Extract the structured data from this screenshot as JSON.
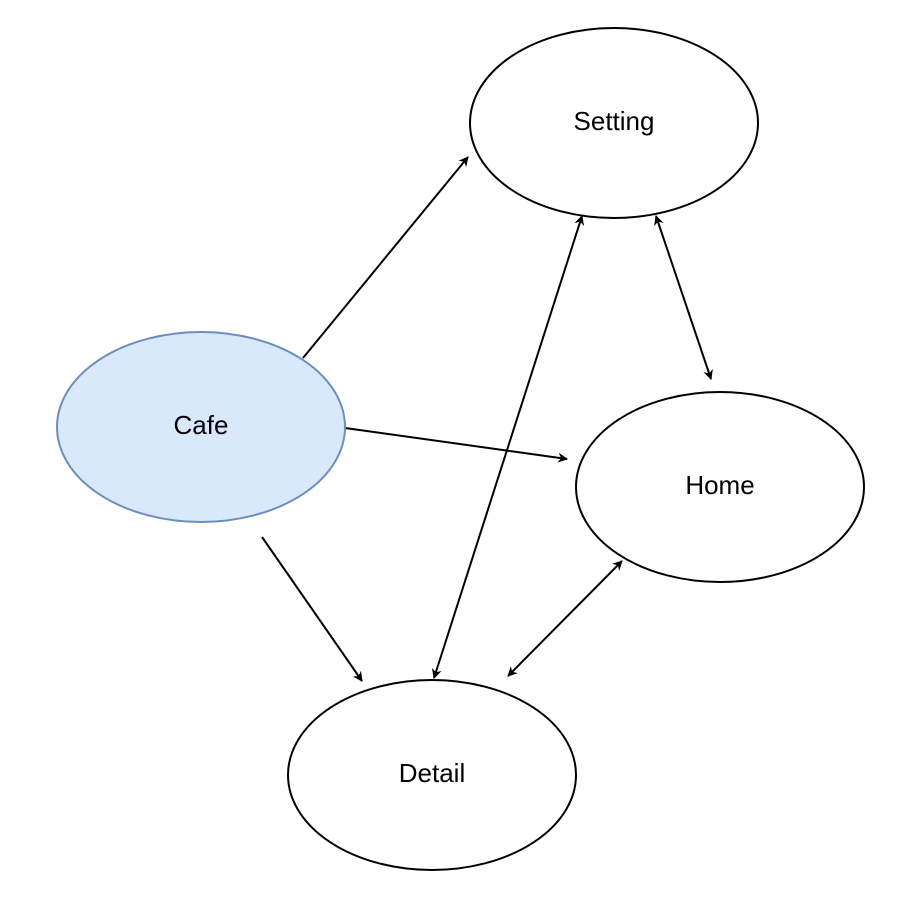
{
  "colors": {
    "background": "#ffffff",
    "default_fill": "#ffffff",
    "default_stroke": "#000000",
    "highlight_fill": "#dae8fc",
    "highlight_stroke": "#6c8ebf",
    "edge": "#000000"
  },
  "diagram": {
    "nodes": [
      {
        "id": "setting",
        "label": "Setting",
        "highlighted": false
      },
      {
        "id": "cafe",
        "label": "Cafe",
        "highlighted": true
      },
      {
        "id": "home",
        "label": "Home",
        "highlighted": false
      },
      {
        "id": "detail",
        "label": "Detail",
        "highlighted": false
      }
    ],
    "edges": [
      {
        "from": "cafe",
        "to": "setting",
        "bidirectional": false
      },
      {
        "from": "cafe",
        "to": "home",
        "bidirectional": false
      },
      {
        "from": "cafe",
        "to": "detail",
        "bidirectional": false
      },
      {
        "from": "setting",
        "to": "home",
        "bidirectional": true
      },
      {
        "from": "setting",
        "to": "detail",
        "bidirectional": true
      },
      {
        "from": "home",
        "to": "detail",
        "bidirectional": true
      }
    ]
  }
}
